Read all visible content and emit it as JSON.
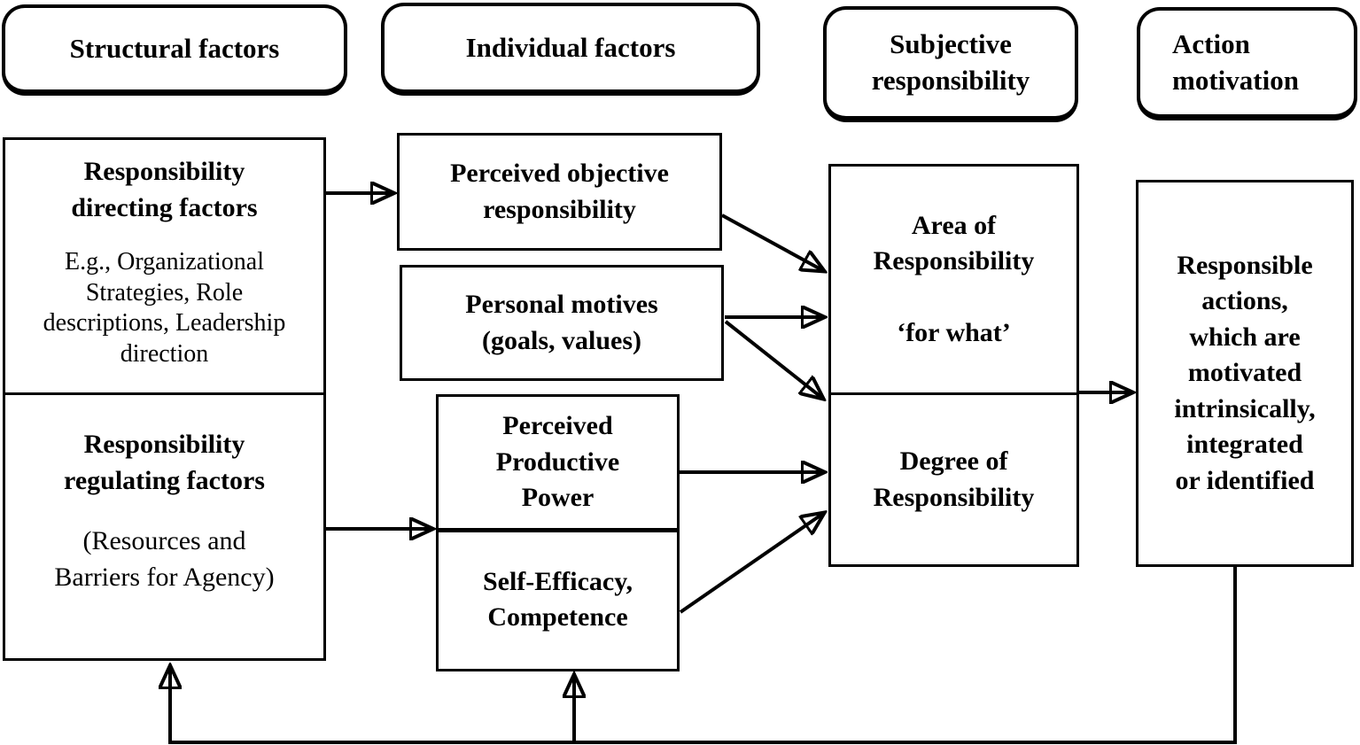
{
  "colors": {
    "ink": "#000000",
    "paper": "#ffffff"
  },
  "headers": {
    "structural": "Structural factors",
    "individual": "Individual factors",
    "subjective": "Subjective\nresponsibility",
    "action": "Action\nmotivation"
  },
  "structural": {
    "directing": {
      "title": "Responsibility\ndirecting factors",
      "body": "E.g., Organizational\nStrategies, Role\ndescriptions, Leadership\ndirection"
    },
    "regulating": {
      "title": "Responsibility\nregulating factors",
      "body": "(Resources and\nBarriers for Agency)"
    }
  },
  "individual": {
    "perceived_objective": "Perceived objective\nresponsibility",
    "personal_motives": "Personal motives\n(goals, values)",
    "productive_power": "Perceived\nProductive\nPower",
    "self_efficacy": "Self-Efficacy,\nCompetence"
  },
  "subjective": {
    "area": "Area of\nResponsibility\n\n‘for what’",
    "degree": "Degree of\nResponsibility"
  },
  "action": {
    "responsible_actions": "Responsible\nactions,\nwhich are\nmotivated\nintrinsically,\nintegrated\nor identified"
  }
}
